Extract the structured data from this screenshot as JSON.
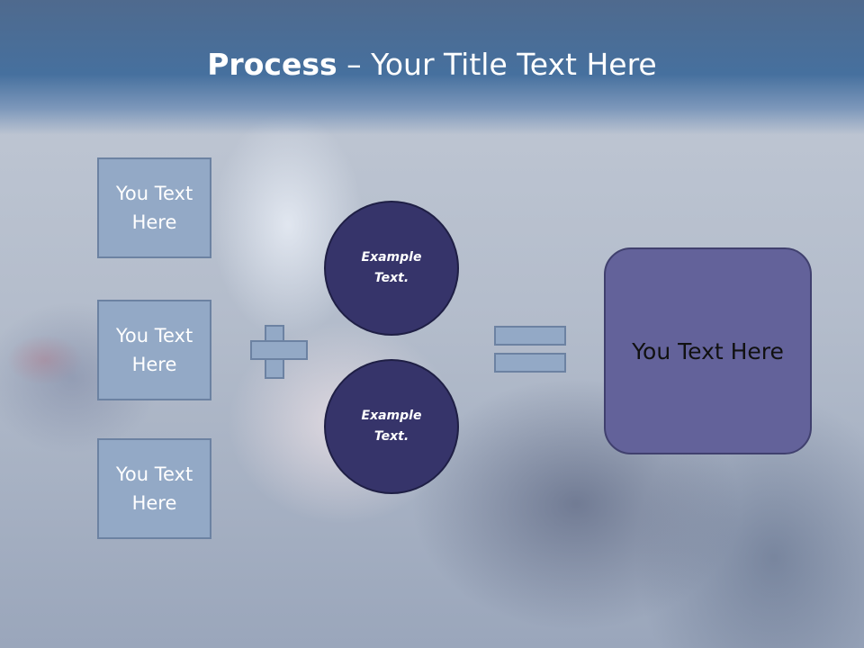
{
  "title": {
    "bold": "Process",
    "rest": " – Your Title Text Here"
  },
  "boxes": [
    "You Text Here",
    "You Text Here",
    "You Text Here"
  ],
  "circles": [
    "Example Text.",
    "Example Text."
  ],
  "result": "You Text Here",
  "colors": {
    "box": "#93a9c6",
    "circle": "#36346a",
    "result": "#63629a",
    "header": "#46709e"
  }
}
